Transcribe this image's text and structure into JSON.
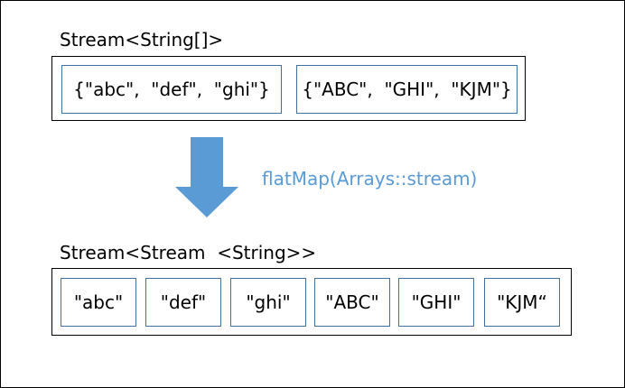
{
  "top_stream": {
    "label": "Stream<String[]>",
    "arrays": [
      "{\"abc\",  \"def\",  \"ghi\"}",
      "{\"ABC\",  \"GHI\",  \"KJM\"}"
    ]
  },
  "operation": {
    "label": "flatMap(Arrays::stream)",
    "color": "#5b9bd5"
  },
  "bottom_stream": {
    "label": "Stream<Stream  <String>>",
    "elements": [
      "\"abc\"",
      "\"def\"",
      "\"ghi\"",
      "\"ABC\"",
      "\"GHI\"",
      "\"KJM“"
    ]
  },
  "colors": {
    "arrow_fill": "#5b9bd5",
    "inner_border": "#41719c"
  }
}
